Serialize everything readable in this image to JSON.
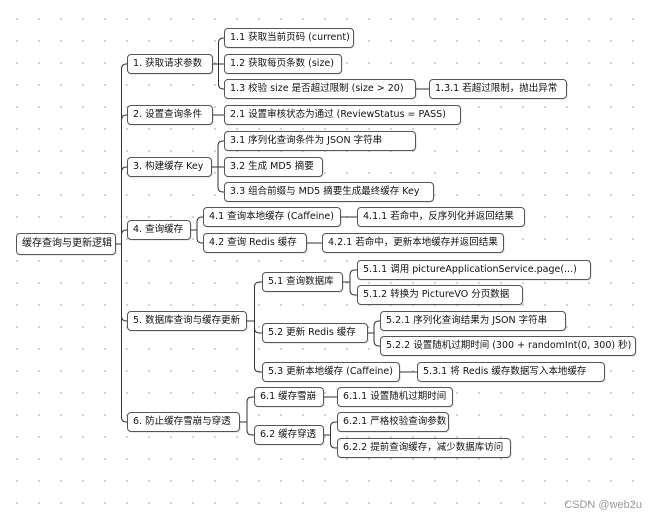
{
  "root": "缓存查询与更新逻辑",
  "nodes": [
    {
      "id": "n1",
      "label": "1. 获取请求参数"
    },
    {
      "id": "n11",
      "label": "1.1 获取当前页码 (current)"
    },
    {
      "id": "n12",
      "label": "1.2 获取每页条数 (size)"
    },
    {
      "id": "n13",
      "label": "1.3 校验 size 是否超过限制 (size > 20)"
    },
    {
      "id": "n131",
      "label": "1.3.1 若超过限制，抛出异常"
    },
    {
      "id": "n2",
      "label": "2. 设置查询条件"
    },
    {
      "id": "n21",
      "label": "2.1 设置审核状态为通过 (ReviewStatus = PASS)"
    },
    {
      "id": "n3",
      "label": "3. 构建缓存 Key"
    },
    {
      "id": "n31",
      "label": "3.1 序列化查询条件为 JSON 字符串"
    },
    {
      "id": "n32",
      "label": "3.2 生成 MD5 摘要"
    },
    {
      "id": "n33",
      "label": "3.3 组合前缀与 MD5 摘要生成最终缓存 Key"
    },
    {
      "id": "n4",
      "label": "4. 查询缓存"
    },
    {
      "id": "n41",
      "label": "4.1 查询本地缓存 (Caffeine)"
    },
    {
      "id": "n411",
      "label": "4.1.1 若命中，反序列化并返回结果"
    },
    {
      "id": "n42",
      "label": "4.2 查询 Redis 缓存"
    },
    {
      "id": "n421",
      "label": "4.2.1 若命中，更新本地缓存并返回结果"
    },
    {
      "id": "n5",
      "label": "5. 数据库查询与缓存更新"
    },
    {
      "id": "n51",
      "label": "5.1 查询数据库"
    },
    {
      "id": "n511",
      "label": "5.1.1 调用 pictureApplicationService.page(...)"
    },
    {
      "id": "n512",
      "label": "5.1.2 转换为 PictureVO 分页数据"
    },
    {
      "id": "n52",
      "label": "5.2 更新 Redis 缓存"
    },
    {
      "id": "n521",
      "label": "5.2.1 序列化查询结果为 JSON 字符串"
    },
    {
      "id": "n522",
      "label": "5.2.2 设置随机过期时间 (300 + randomInt(0, 300) 秒)"
    },
    {
      "id": "n53",
      "label": "5.3 更新本地缓存 (Caffeine)"
    },
    {
      "id": "n531",
      "label": "5.3.1 将 Redis 缓存数据写入本地缓存"
    },
    {
      "id": "n6",
      "label": "6. 防止缓存雪崩与穿透"
    },
    {
      "id": "n61",
      "label": "6.1 缓存雪崩"
    },
    {
      "id": "n611",
      "label": "6.1.1 设置随机过期时间"
    },
    {
      "id": "n62",
      "label": "6.2 缓存穿透"
    },
    {
      "id": "n621",
      "label": "6.2.1 严格校验查询参数"
    },
    {
      "id": "n622",
      "label": "6.2.2 提前查询缓存，减少数据库访问"
    }
  ],
  "watermark": "CSDN @web2u"
}
